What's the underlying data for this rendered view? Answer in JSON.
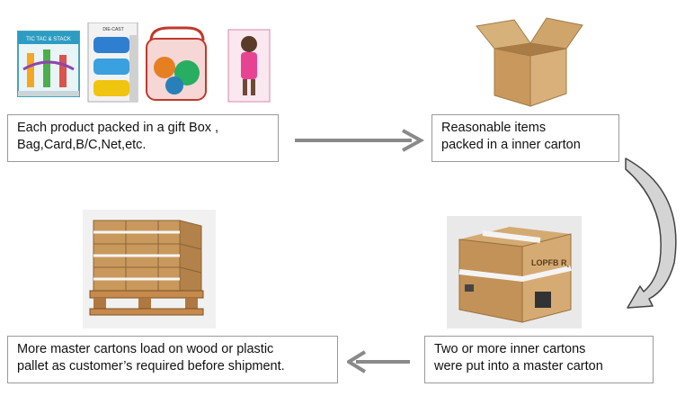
{
  "steps": [
    {
      "lines": [
        "Each product packed in a  gift Box ,",
        "Bag,Card,B/C,Net,etc."
      ]
    },
    {
      "lines": [
        "Reasonable  items",
        "packed in a inner carton"
      ]
    },
    {
      "lines": [
        "Two or more inner cartons",
        "were put  into a master carton"
      ]
    },
    {
      "lines": [
        "More master cartons load on wood or plastic",
        "pallet as  customer’s required before shipment."
      ]
    }
  ],
  "product_photos": {
    "toy_box_title": "TIC TAC & STACK",
    "car_card_brand": "DIE-CAST"
  },
  "master_carton_text": "LOPFB R¸",
  "colors": {
    "arrow": "#8a8a8a",
    "box_border": "#9a9a9a",
    "cardboard": "#c9a06b"
  }
}
